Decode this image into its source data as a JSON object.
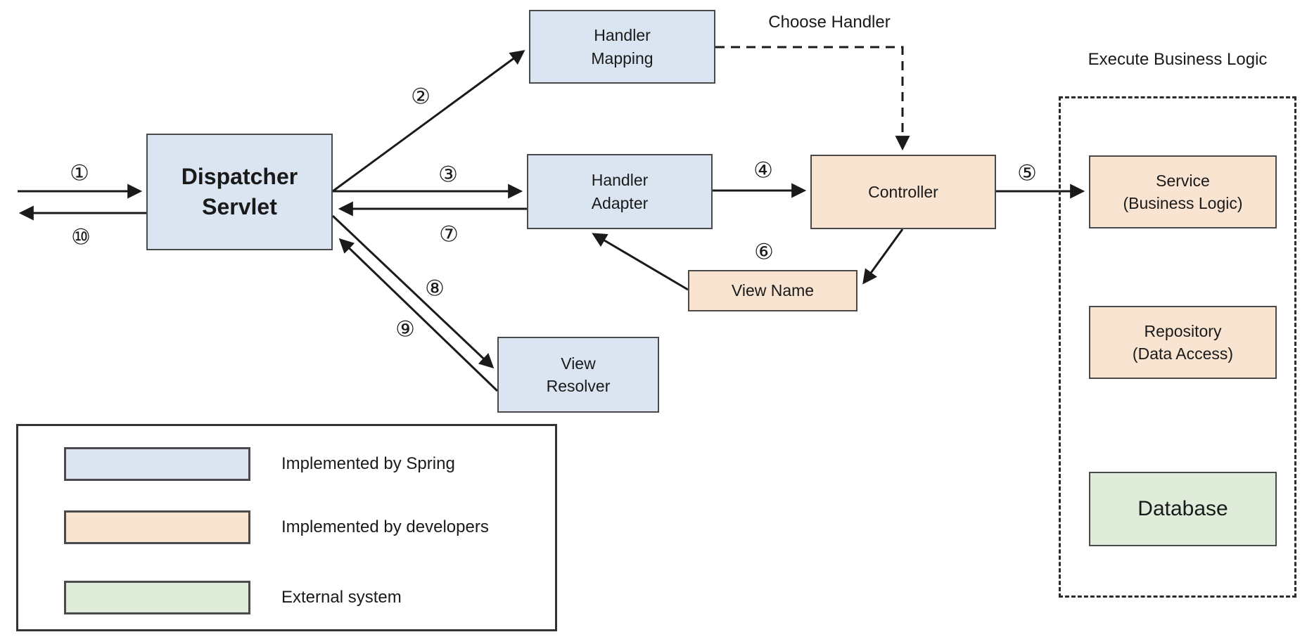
{
  "colors": {
    "spring": "#dbe5f1",
    "developers": "#f8e4d1",
    "external": "#dfecd9",
    "node_border": "#4a4a4a",
    "line": "#1a1a1a",
    "text": "#1a1a1a"
  },
  "nodes": {
    "dispatcher_servlet": {
      "label": "Dispatcher\nServlet"
    },
    "handler_mapping": {
      "label": "Handler\nMapping"
    },
    "handler_adapter": {
      "label": "Handler\nAdapter"
    },
    "view_resolver": {
      "label": "View\nResolver"
    },
    "controller": {
      "label": "Controller"
    },
    "view_name": {
      "label": "View Name"
    },
    "service": {
      "label": "Service\n(Business Logic)"
    },
    "repository": {
      "label": "Repository\n(Data Access)"
    },
    "database": {
      "label": "Database"
    }
  },
  "annotations": {
    "choose_handler": "Choose Handler",
    "execute_business_logic": "Execute Business Logic"
  },
  "steps": {
    "s1": "①",
    "s2": "②",
    "s3": "③",
    "s4": "④",
    "s5": "⑤",
    "s6": "⑥",
    "s7": "⑦",
    "s8": "⑧",
    "s9": "⑨",
    "s10": "⑩"
  },
  "legend": {
    "items": [
      {
        "label": "Implemented by Spring",
        "color_key": "spring"
      },
      {
        "label": "Implemented by developers",
        "color_key": "developers"
      },
      {
        "label": "External system",
        "color_key": "external"
      }
    ]
  }
}
